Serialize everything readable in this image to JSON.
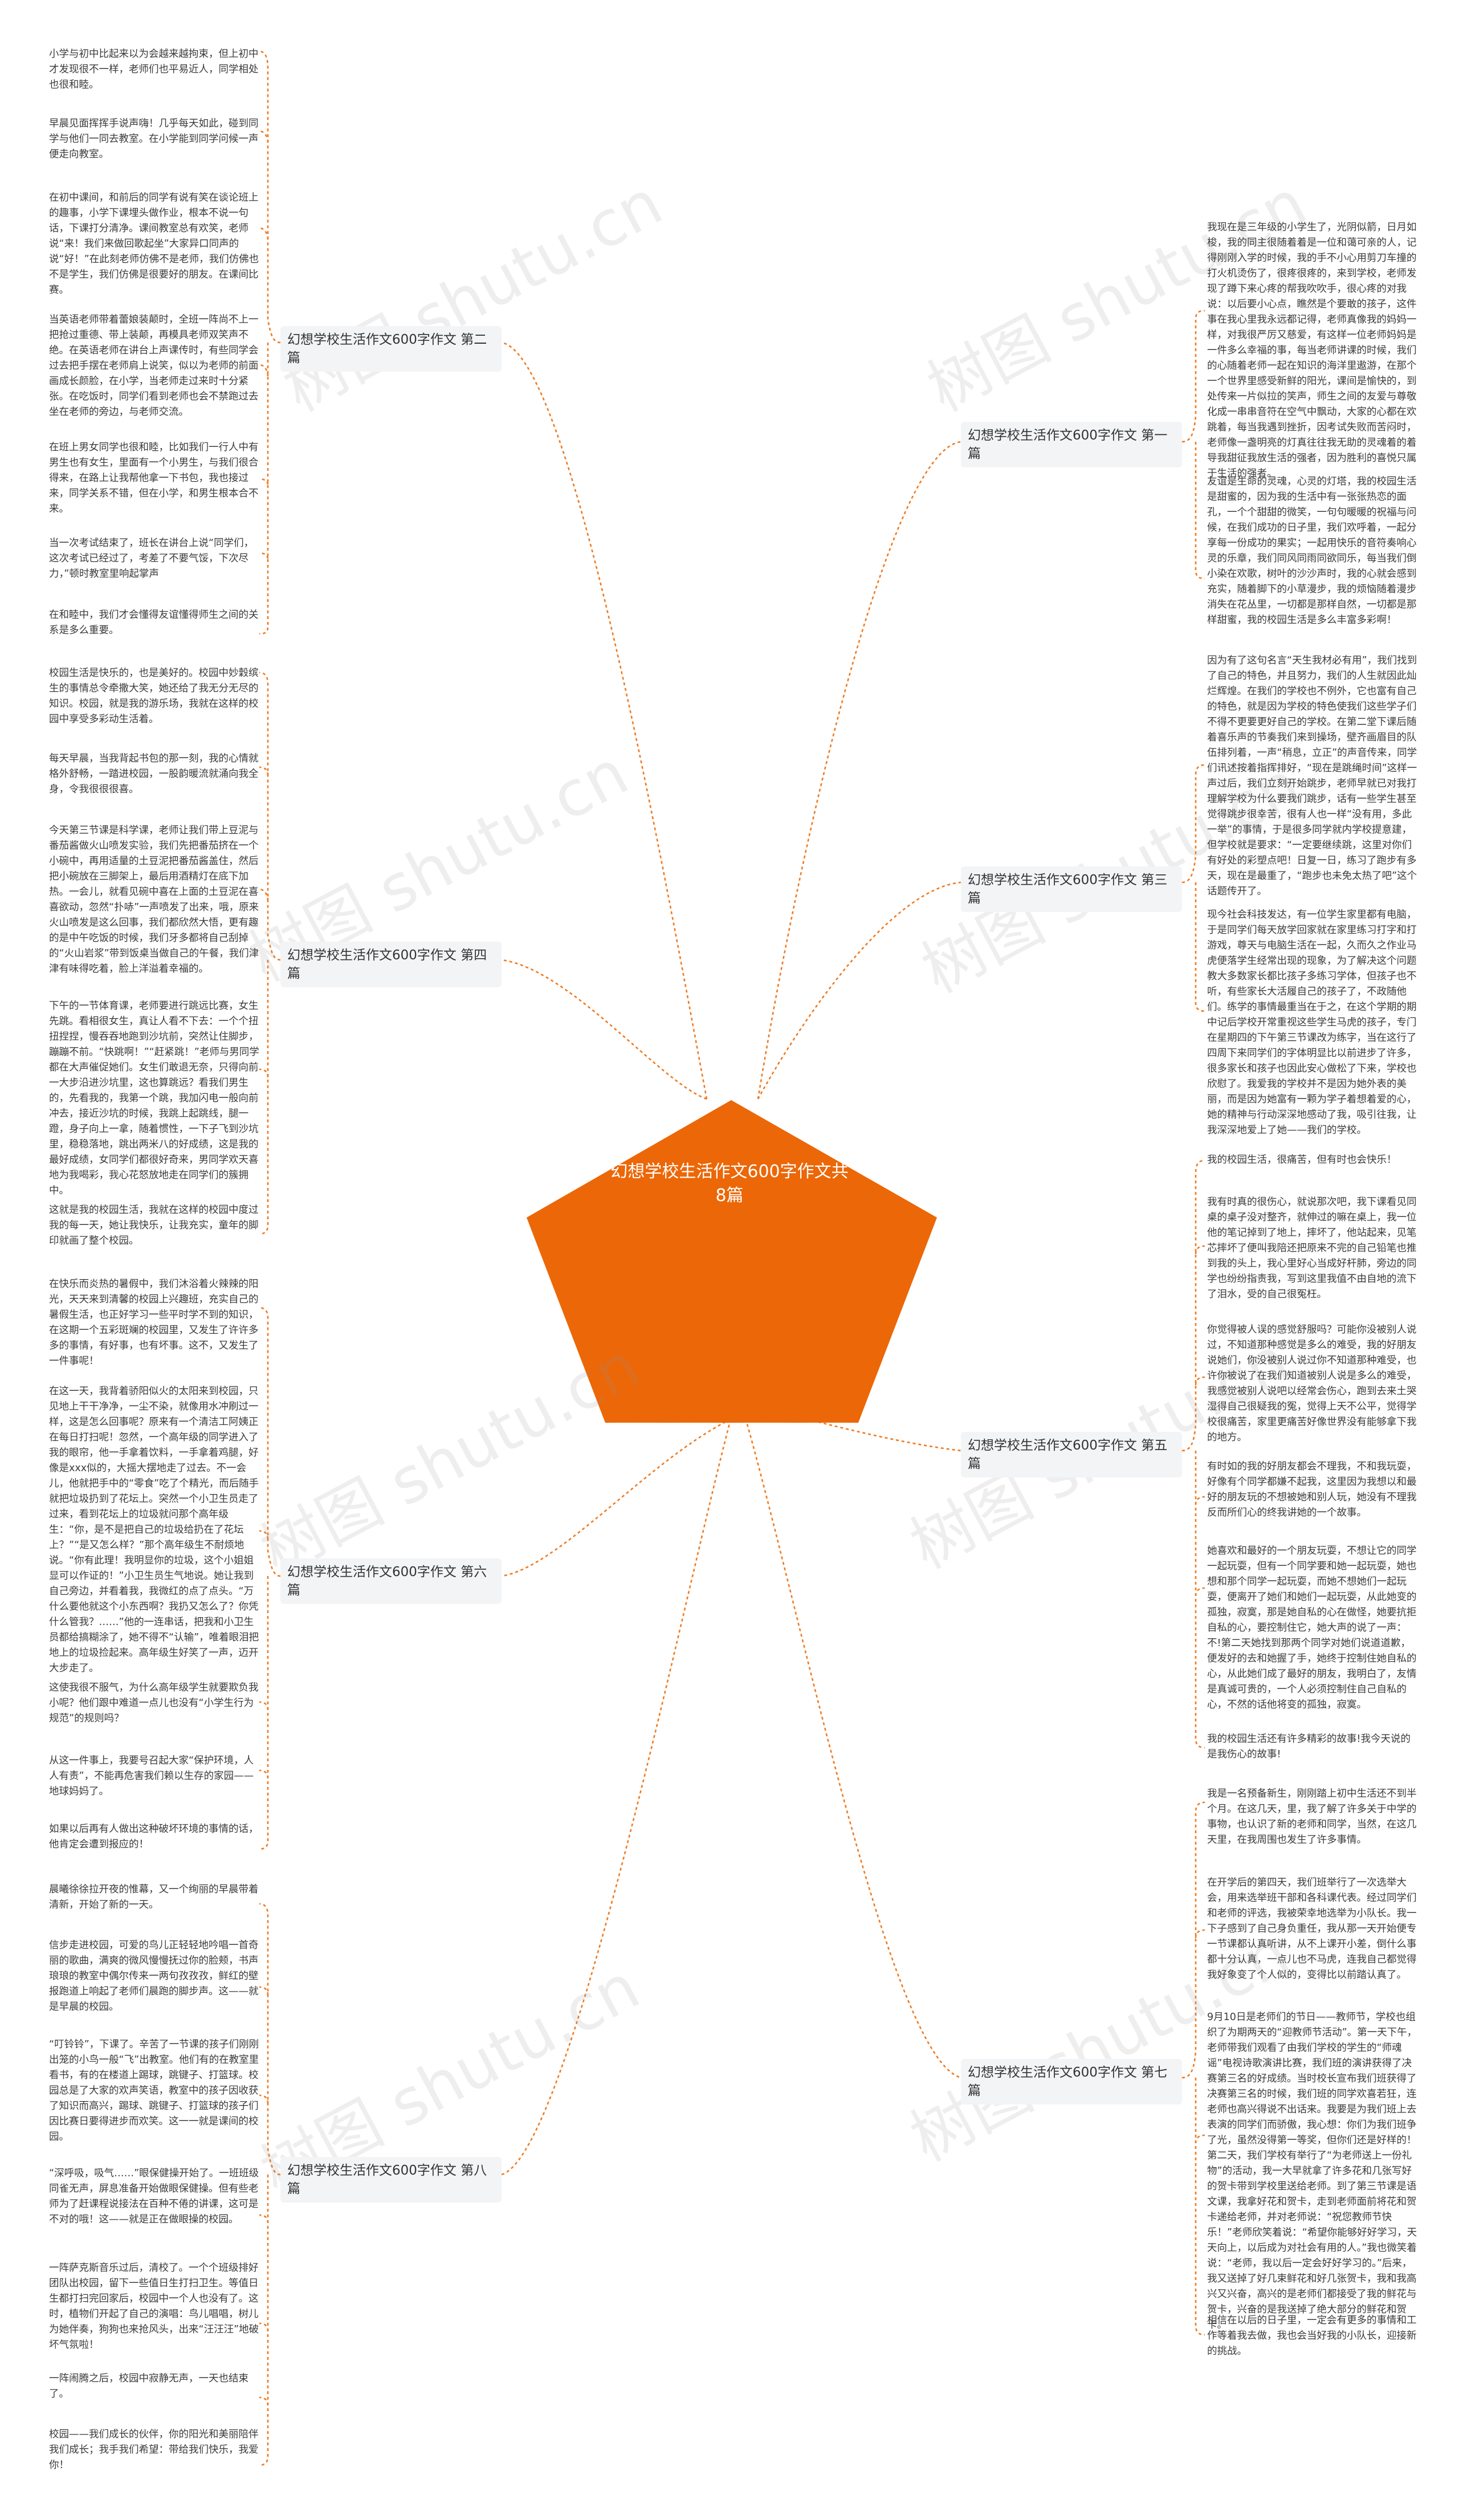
{
  "central_topic": "幻想学校生活作文600字作文共8篇",
  "watermark": "树图 shutu.cn",
  "colors": {
    "center_fill": "#EC6707",
    "link": "#F07A1F",
    "branch_bg": "#F3F4F6"
  },
  "branches": {
    "b2": {
      "label": "幻想学校生活作文600字作文 第二篇",
      "leaves": [
        "小学与初中比起来以为会越来越拘束，但上初中才发现很不一样，老师们也平易近人，同学相处也很和睦。",
        "早晨见面挥挥手说声嗨！几乎每天如此，碰到同学与他们一同去教室。在小学能到同学问候一声便走向教室。",
        "在初中课间，和前后的同学有说有笑在谈论班上的趣事，小学下课埋头做作业，根本不说一句话，下课打分清净。课间教室总有欢笑，老师说“来！我们来做回歌起坐”大家异口同声的说“好！”在此刻老师仿佛不是老师，我们仿佛也不是学生，我们仿佛是很要好的朋友。在课间比赛。",
        "当英语老师带着蕾娘装颠时，全班一阵尚不上一把抢过重德、带上装颠，再模具老师双笑声不绝。在英语老师在讲台上声课传时，有些同学会过去把手摆在老师肩上说笑，似以为老师的前面画成长颜脸，在小学，当老师走过来时十分紧张。在吃饭时，同学们看到老师也会不禁跑过去坐在老师的旁边，与老师交流。",
        "在班上男女同学也很和睦，比如我们一行人中有男生也有女生，里面有一个小男生，与我们很合得来，在路上让我帮他拿一下书包，我也接过来，同学关系不错，但在小学，和男生根本合不来。",
        "当一次考试结束了，班长在讲台上说“同学们，这次考试已经过了，考差了不要气馁，下次尽力，”顿时教室里响起掌声",
        "在和睦中，我们才会懂得友谊懂得师生之间的关系是多么重要。"
      ]
    },
    "b4": {
      "label": "幻想学校生活作文600字作文 第四篇",
      "leaves": [
        "校园生活是快乐的，也是美好的。校园中妙穀缤生的事情总令牵撒大笑，她还给了我无分无尽的知识。校园，就是我的游乐场，我就在这样的校园中享受多彩动生活着。",
        "每天早晨，当我背起书包的那一刻，我的心情就格外舒畅，一踏进校园，一股韵暖流就涌向我全身，令我很很很喜。",
        "今天第三节课是科学课，老师让我们带上豆泥与番茄酱做火山喷发实验，我们先把番茄挤在一个小碗中，再用适量的土豆泥把番茄酱盖住，然后把小碗放在三脚架上，最后用酒精灯在底下加热。一会儿，就看见碗中喜在上面的土豆泥在喜喜欲动，忽然“扑哧”一声喷发了出来，哦，原来火山喷发是这么回事，我们都欣然大悟，更有趣的是中午吃饭的时候，我们牙多都将自己刮掉的“火山岩浆”带到饭桌当做自己的午餐，我们津津有味得吃着，脸上洋溢着幸福的。",
        "下午的一节体育课，老师要进行跳远比赛，女生先跳。看相很女生，真让人看不下去：一个个扭扭捏捏，慢吞吞地跑到沙坑前，突然让住脚步，蹦蹦不前。“快跳啊！”“赶紧跳！”老师与男同学都在大声催促她们。女生们敢退无奈，只得向前一大步沿进沙坑里，这也算跳远？看我们男生的，先看我的，我第一个跳，我加闪电一般向前冲去，接近沙坑的时候，我跳上起跳线，腿一蹬，身子向上一拿，随着惯性，一下子飞到沙坑里，稳稳落地，跳出两米八的好成绩，这是我的最好成绩，女同学们都很好奇来，男同学欢天喜地为我喝彩，我心花怒放地走在同学们的簇拥中。",
        "这就是我的校园生活，我就在这样的校园中度过我的每一天，她让我快乐，让我充实，童年的脚印就画了整个校园。"
      ]
    },
    "b6": {
      "label": "幻想学校生活作文600字作文 第六篇",
      "leaves": [
        "在快乐而炎热的暑假中，我们沐浴着火辣辣的阳光，天天来到清馨的校园上兴趣班，充实自己的暑假生活，也正好学习一些平时学不到的知识，在这期一个五彩斑斓的校园里，又发生了许许多多的事情，有好事，也有坏事。这不，又发生了一件事呢！",
        "在这一天，我背着骄阳似火的太阳来到校园，只见地上干干净净，一尘不染，就像用水冲刷过一样，这是怎么回事呢？原来有一个清洁工阿姨正在每日打扫呢！忽然，一个高年级的同学进入了我的眼帘，他一手拿着饮料，一手拿着鸡腿，好像是xxx似的，大摇大摆地走了过去。不一会儿，他就把手中的“零食”吃了个精光，而后随手就把垃圾扔到了花坛上。突然一个小卫生员走了过来，看到花坛上的垃圾就问那个高年级生：“你，是不是把自己的垃圾给扔在了花坛上？”“是又怎么样？”那个高年级生不耐烦地说。“你有此理！我明显你的垃圾，这个小姐姐显可以作证的！”小卫生员生气地说。她让我到自己旁边，并看着我，我微红的点了点头。“万什么要他就这个小东西啊？我扔又怎么了？你凭什么管我？……”他的一连串话，把我和小卫生员都给搞糊涂了，她不得不“认输”，唯着眼泪把地上的垃圾捡起来。高年级生好笑了一声，迈开大步走了。",
        "这使我很不服气，为什么高年级学生就要欺负我小呢？他们跟中难道一点儿也没有“小学生行为规范”的规则吗？",
        "从这一件事上，我要号召起大家“保护环境，人人有责”，不能再危害我们赖以生存的家园——地球妈妈了。",
        "如果以后再有人做出这种破坏环境的事情的话，他肯定会遭到报应的！"
      ]
    },
    "b8": {
      "label": "幻想学校生活作文600字作文 第八篇",
      "leaves": [
        "晨曦徐徐拉开夜的惟幕，又一个绚丽的早晨带着清新，开始了新的一天。",
        "信步走进校园，可爱的鸟儿正轻轻地吟唱一首奇丽的歌曲，满爽的微风慢慢抚过你的脸颊，书声琅琅的教室中偶尔传来一两句孜孜孜，鲜红的壁报跑道上响起了老师们晨跑的脚步声。这——就是早晨的校园。",
        "“叮铃铃”，下课了。辛苦了一节课的孩子们刚刚出笼的小鸟一般“飞”出教室。他们有的在教室里看书，有的在楼道上踢球，跳键子、打篮球。校园总是了大家的欢声笑语，教室中的孩子因收获了知识而高兴，踢球、跳键子、打篮球的孩子们因比赛日要得进步而欢笑。这一一就是课间的校园。",
        "“深呼吸，吸气……”眼保健操开始了。一班班级同雀无声，屏息准备开始做眼保健操。但有些老师为了赶课程说接法在百种不倦的讲课，这可是不对的哦！这——就是正在做眼操的校园。",
        "一阵萨克斯音乐过后，清校了。一个个班级排好团队出校园，留下一些值日生打扫卫生。等值日生都打扫完回家后，校园中一个人也没有了。这时，植物们开起了自己的演唱：鸟儿唱唱，树儿为她伴奏，狗狗也来抢风头，出来“汪汪汪”地破坏气氛啦！",
        "一阵闹腾之后，校园中寂静无声，一天也结束了。",
        "校园——我们成长的伙伴，你的阳光和美丽陪伴我们成长；我手我们希望：带给我们快乐，我爱你！"
      ]
    },
    "b1": {
      "label": "幻想学校生活作文600字作文 第一篇",
      "leaves": [
        "我现在是三年级的小学生了，光阴似箭，日月如梭，我的同主很随着着是一位和蔼可亲的人，记得刚刚入学的时候，我的手不小心用剪刀车撞的打火机烫伤了，很疼很疼的，来到学校，老师发现了蹲下来心疼的帮我吹吹手，很心疼的对我说：以后要小心点，瞧然是个要敢的孩子，这件事在我心里我永远都记得，老师真像我的妈妈一样，对我很严厉又慈爱，有这样一位老师妈妈是一件多么幸福的事，每当老师讲课的时候，我们的心随着老师一起在知识的海洋里遨游，在那个一个世界里感受新鲜的阳光，课间是愉快的，到处传来一片似拉的笑声，师生之间的友爱与尊敬化成一串串音符在空气中飘动，大家的心都在欢跳着，每当我遇到挫折，因考试失败而苦闷时，老师像一盏明亮的灯真往往我无助的灵魂着的着导我甜征我放生活的强者，因为胜利的喜悦只属于生活的强者。",
        "友谊是生命的灵魂，心灵的灯塔，我的校园生活是甜蜜的，因为我的生活中有一张张热恋的面孔，一个个甜甜的微笑，一句句暖暖的祝福与问候，在我们成功的日子里，我们欢呼着，一起分享每一份成功的果实；一起用快乐的音符奏响心灵的乐章，我们同风同雨同欲同乐，每当我们倒小染在欢歌，树叶的沙沙声时，我的心就会感到充实，随着脚下的小草漫步，我的烦恼随着漫步消失在花丛里，一切都是那样自然，一切都是那样甜蜜，我的校园生活是多么丰富多彩啊！"
      ]
    },
    "b3": {
      "label": "幻想学校生活作文600字作文 第三篇",
      "leaves": [
        "因为有了这句名言“天生我材必有用”，我们找到了自己的特色，并且努力，我们的人生就因此灿烂辉煌。在我们的学校也不例外，它也富有自己的特色，就是因为学校的特色使我们这些学子们不得不更要更好自己的学校。在第二堂下课后随着喜乐声的节奏我们来到操场，壁齐画眉目的队伍排列着，一声“稍息，立正”的声音传来，同学们讯述按着指挥排好，“现在是跳绳时间”这样一声过后，我们立刻开始跳步，老师早就已对我打理解学校为什么要我们跳步，话有一些学生甚至觉得跳步很幸苦，很有人也一样“没有用，多此一举”的事情，于是很多同学就内学校提意建，但学校就是要求：“一定要继续跳，这里对你们有好处的彩塑点吧！日复一日，练习了跑步有多天，现在是最重了，“跑步也未免太热了吧”这个话题传开了。",
        "现今社会科技发达，有一位学生家里都有电脑，于是同学们每天放学回家就在家里练习打字和打游戏，尊天与电脑生活在一起，久而久之作业马虎便落学生经常出现的现象，为了解决这个问题教大多数家长都比孩子多练习学体，但孩子也不听，有些家长大活履自己的孩子了，不政随他们。练学的事情最重当在于之，在这个学期的期中记后学校开常重视这些学生马虎的孩子，专门在星期四的下午第三节课改为练字，当在这行了四周下来同学们的字体明显比以前进步了许多，很多家长和孩子也因此安心做松了下来，学校也欣慰了。我爱我的学校并不是因为她外表的美丽，而是因为她富有一颗为学子着想着爱的心，她的精神与行动深深地感动了我，吸引往我，让我深深地爱上了她——我们的学校。"
      ]
    },
    "b5": {
      "label": "幻想学校生活作文600字作文 第五篇",
      "leaves": [
        "我的校园生活，很痛苦，但有时也会快乐！",
        "我有时真的很伤心，就说那次吧，我下课看见同桌的桌子没对整齐，就伸过的嘛在桌上，我一位他的笔记掉到了地上，摔坏了，他站起来，见笔芯摔坏了便叫我陪还把原来不完的自己铅笔也推到我的头上，我心里好心当成好杆肺，旁边的同学也纷纷指责我，写到这里我值不由自地的流下了泪水，受的自己很冤枉。",
        "你觉得被人误的感觉舒服吗？可能你没被别人说过，不知道那种感觉是多么的难受，我的好朋友说她们，你没被别人说过你不知道那种难受，也许你被说了在我们知道被别人说是多么的难受，我感觉被别人说吧以经常会伤心，跑到去来土哭湿得自己很疑我的冤，觉得上天不公平，觉得学校很痛苦，家里更痛苦好像世界没有能够拿下我的地方。",
        "有时如的我的好朋友都会不理我，不和我玩耍，好像有个同学都嫌不起我，这里因为我想以和最好的朋友玩的不想被她和别人玩，她没有不理我反而所们心的终我讲她的一个故事。",
        "她喜欢和最好的一个朋友玩耍，不想让它的同学一起玩耍，但有一个同学要和她一起玩耍，她也想和那个同学一起玩耍，而她不想她们一起玩耍，便离开了她们和她们一起玩耍，从此她变的孤独，寂寞，那是她自私的心在做怪，她要抗拒自私的心，要控制住它，她大声的说了一声：不!第二天她找到那两个同学对她们说道道歉，便发好的去和她握了手，她终于控制住她自私的心，从此她们成了最好的朋友，我明白了，友情是真诚可贵的，一个人必须控制住自己自私的心，不然的话他将变的孤独，寂寞。",
        "我的校园生活还有许多精彩的故事!我今天说的是我伤心的故事!"
      ]
    },
    "b7": {
      "label": "幻想学校生活作文600字作文 第七篇",
      "leaves": [
        "我是一名预备新生，刚刚踏上初中生活还不到半个月。在这几天，里，我了解了许多关于中学的事物，也认识了新的老师和同学，当然，在这几天里，在我周围也发生了许多事情。",
        "在开学后的第四天，我们班举行了一次选举大会，用来选举班干部和各科课代表。经过同学们和老师的评选，我被荣幸地选举为小队长。我一下子感到了自己身负重任，我从那一天开始便专一节课都认真听讲，从不上课开小差，倒什么事都十分认真，一点儿也不马虎，连我自己都觉得我好象变了个人似的，变得比以前踏认真了。",
        "9月10日是老师们的节日——教师节，学校也组织了为期两天的“迎教师节活动”。第一天下午，老师带我们观看了由我们学校的学生的“师魂谣”电视诗歌演讲比赛，我们班的演讲获得了决赛第三名的好成绩。当时校长宣布我们班获得了决赛第三名的时候，我们班的同学欢喜若狂，连老师也高兴得说不出话来。我要是为我们班上去表演的同学们而骄傲，我心想：你们为我们班争了光，虽然没得第一等奖，但你们还是好样的！第二天，我们学校有举行了“为老师送上一份礼物”的活动，我一大早就拿了许多花和几张写好的贺卡带到学校里送给老师。到了第三节课是语文课，我拿好花和贺卡，走到老师面前将花和贺卡递给老师，并对老师说：“祝您教师节快乐！”老师欣笑着说：“希望你能够好好学习，天天向上，以后成为对社会有用的人。”我也微笑着说：“老师，我以后一定会好好学习的。”后来，我又送掉了好几束鲜花和好几张贺卡，我和我高兴又兴奋，高兴的是老师们都接受了我的鲜花与贺卡，兴奋的是我送掉了绝大部分的鲜花和贺卡。",
        "相信在以后的日子里，一定会有更多的事情和工作等着我去做，我也会当好我的小队长，迎接新的挑战。"
      ]
    }
  }
}
